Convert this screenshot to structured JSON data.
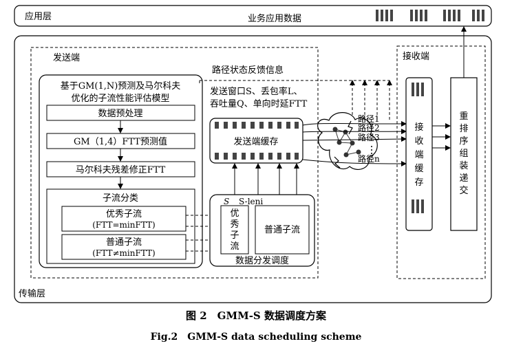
{
  "app_layer": {
    "label": "应用层",
    "data_label": "业务应用数据"
  },
  "transport_layer": {
    "label": "传输层"
  },
  "sender": {
    "label": "发送端",
    "feedback_label": "路径状态反馈信息",
    "params_line1": "发送窗口S、丢包率L、",
    "params_line2": "吞吐量Q、单向时延FTT",
    "model": {
      "title_line1": "基于GM(1,N)预测及马尔科夫",
      "title_line2": "优化的子流性能评估模型",
      "steps": [
        "数据预处理",
        "GM（1,4）FTT预测值",
        "马尔科夫残差修正FTT"
      ],
      "classify": {
        "title": "子流分类",
        "good_line1": "优秀子流",
        "good_line2": "(FTT=minFTT)",
        "normal_line1": "普通子流",
        "normal_line2": "(FTT≠minFTT)"
      }
    },
    "buffer_label": "发送端缓存",
    "scheduler": {
      "label": "数据分发调度",
      "s_label": "S",
      "s_leni_label": "S-leni",
      "good_chars": [
        "优",
        "秀",
        "子",
        "流"
      ],
      "normal_label": "普通子流"
    }
  },
  "paths": [
    "路径1",
    "路径2",
    "路径3",
    "路径n"
  ],
  "receiver": {
    "label": "接收端",
    "buffer_chars": [
      "接",
      "收",
      "端",
      "缓",
      "存"
    ],
    "reorder_chars": [
      "重",
      "排",
      "序",
      "组",
      "装",
      "递",
      "交"
    ]
  },
  "caption": {
    "cn": "图 2　GMM-S 数据调度方案",
    "en": "Fig.2　GMM-S data scheduling scheme"
  }
}
